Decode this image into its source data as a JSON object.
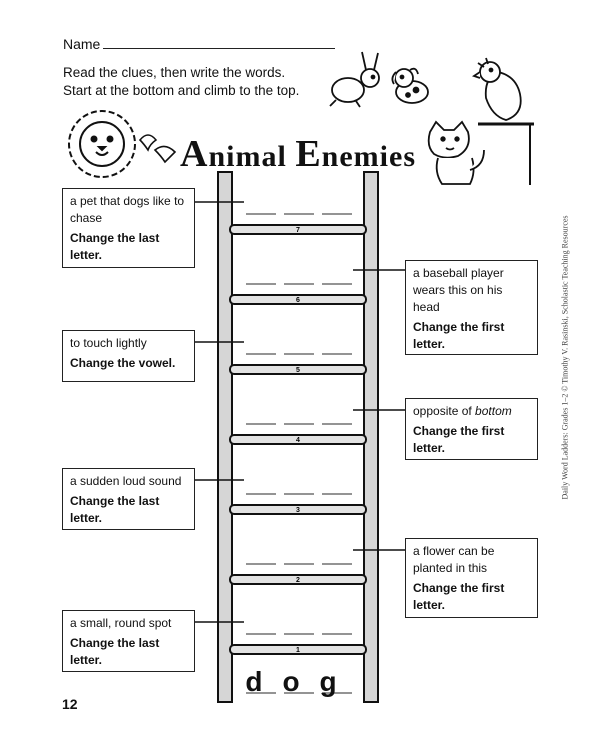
{
  "header": {
    "name_label": "Name",
    "instructions": [
      "Read the clues, then write the words.",
      "Start at the bottom and climb to the top."
    ],
    "title_parts": [
      "A",
      "nimal ",
      "E",
      "nemies"
    ]
  },
  "ladder": {
    "rung_numbers": [
      "7",
      "6",
      "5",
      "4",
      "3",
      "2",
      "1"
    ],
    "start_word": "dog"
  },
  "clues": [
    {
      "id": "7",
      "side": "left",
      "text": "a pet that dogs like to chase",
      "rule": "Change the last letter."
    },
    {
      "id": "6",
      "side": "right",
      "text": "a baseball player wears this on his head",
      "rule": "Change the first letter."
    },
    {
      "id": "5",
      "side": "left",
      "text": "to touch lightly",
      "rule": "Change the vowel."
    },
    {
      "id": "4",
      "side": "right",
      "text_before": "opposite of ",
      "text_em": "bottom",
      "rule": "Change the first letter."
    },
    {
      "id": "3",
      "side": "left",
      "text": "a sudden loud sound",
      "rule": "Change the last letter."
    },
    {
      "id": "2",
      "side": "right",
      "text": "a flower can be planted in this",
      "rule": "Change the first letter."
    },
    {
      "id": "1",
      "side": "left",
      "text": "a small, round spot",
      "rule": "Change the last letter."
    }
  ],
  "footer": {
    "page_number": "12",
    "credit": "Daily Word Ladders: Grades 1–2 © Timothy V. Rasinski, Scholastic Teaching Resources"
  },
  "illustrations": [
    "lion-icon",
    "rabbit-icon",
    "dog-icon",
    "bird-icon",
    "cat-icon"
  ]
}
